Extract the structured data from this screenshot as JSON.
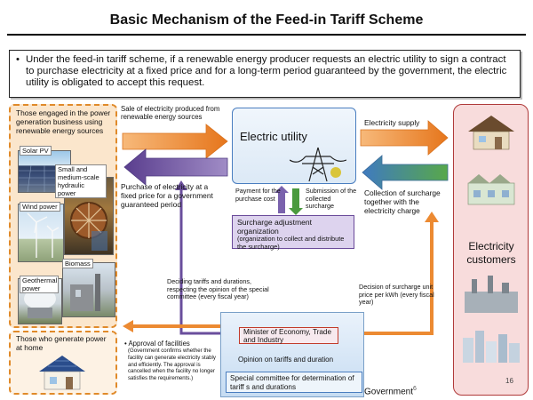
{
  "title": "Basic Mechanism of the Feed-in Tariff Scheme",
  "intro": {
    "bullet": "•",
    "text": "Under the feed-in tariff scheme, if a renewable energy producer requests an electric utility to sign a contract to purchase electricity at a fixed price and for a long-term period guaranteed by the government, the electric utility is obligated to accept this request."
  },
  "producers": {
    "heading": "Those engaged in the power generation business using renewable energy sources",
    "solar_label": "Solar PV",
    "hydro_label": "Small and medium-scale hydraulic power",
    "wind_label": "Wind power",
    "biomass_label": "Biomass",
    "geothermal_label": "Geothermal power"
  },
  "home": {
    "heading": "Those who generate power at home"
  },
  "utility": {
    "label": "Electric utility"
  },
  "flows": {
    "sale": "Sale of electricity produced from renewable energy sources",
    "purchase": "Purchase of electricity at a fixed price for a government guaranteed period",
    "payment": "Payment for the purchase cost",
    "submission": "Submission of the collected surcharge",
    "supply": "Electricity supply",
    "collection": "Collection of surcharge together with the electricity charge",
    "deciding": "Deciding tariffs and durations, respecting the opinion of the special committee (every fiscal year)",
    "decision_surcharge": "Decision of surcharge unit price per kWh (every fiscal year)",
    "opinion": "Opinion on tariffs and duration"
  },
  "surcharge_org": {
    "name": "Surcharge adjustment organization",
    "note": "(organization to collect and distribute the surcharge)"
  },
  "approval": {
    "heading": "• Approval of facilities",
    "note": "(Government confirms whether the facility can generate electricity stably and efficiently. The approval is cancelled when the facility no longer satisfies the requirements.)"
  },
  "government": {
    "minister": "Minister of Economy, Trade and Industry",
    "committee": "Special committee for determination of tariff s and durations",
    "label": "Government",
    "superscript": "6"
  },
  "customers": {
    "label": "Electricity customers"
  },
  "page_number": "16",
  "colors": {
    "orange": "#ec8a32",
    "purple": "#6a4e9c",
    "green": "#3d8f3a",
    "blue": "#3f6fb5",
    "red": "#c23a2a"
  }
}
